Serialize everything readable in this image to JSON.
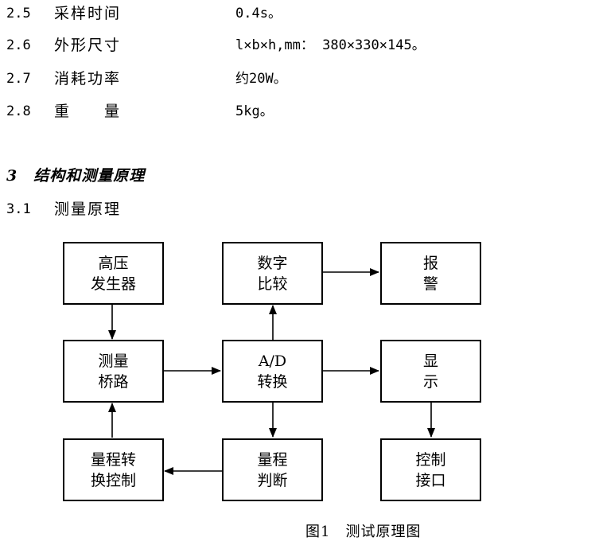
{
  "specs": [
    {
      "num": "2.5",
      "label": "采样时间",
      "value": "0.4s。"
    },
    {
      "num": "2.6",
      "label": "外形尺寸",
      "value": "l×b×h,mm： 380×330×145。"
    },
    {
      "num": "2.7",
      "label": "消耗功率",
      "value": "约20W。"
    },
    {
      "num": "2.8",
      "label": "重　　量",
      "value": "5kg。"
    }
  ],
  "section": {
    "heading": "3　结构和测量原理"
  },
  "subsection": {
    "num": "3.1",
    "title": "测量原理"
  },
  "diagram": {
    "blocks": {
      "hv_generator": {
        "line1": "高压",
        "line2": "发生器"
      },
      "digital_compare": {
        "line1": "数字",
        "line2": "比较"
      },
      "alarm": {
        "line1": "报",
        "line2": "警"
      },
      "measure_bridge": {
        "line1": "测量",
        "line2": "桥路"
      },
      "ad_convert": {
        "line1": "A/D",
        "line2": "转换"
      },
      "display": {
        "line1": "显",
        "line2": "示"
      },
      "range_switch": {
        "line1": "量程转",
        "line2": "换控制"
      },
      "range_judge": {
        "line1": "量程",
        "line2": "判断"
      },
      "control_interface": {
        "line1": "控制",
        "line2": "接口"
      }
    },
    "caption": "图1　测试原理图"
  }
}
